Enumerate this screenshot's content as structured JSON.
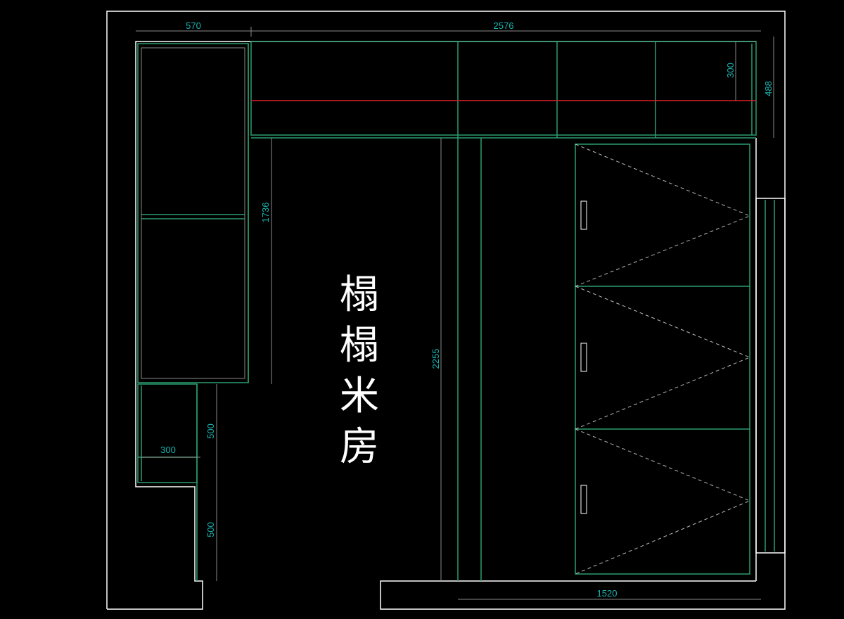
{
  "drawing": {
    "room_label_chars": [
      "榻",
      "榻",
      "米",
      "房"
    ],
    "dimensions": {
      "top_left_width": "570",
      "top_cabinet_width": "2576",
      "top_cabinet_height": "300",
      "top_cabinet_total_height": "488",
      "left_cabinet_height": "1736",
      "wardrobe_height": "2255",
      "small_cabinet_depth": "300",
      "small_cabinet_height_a": "500",
      "small_cabinet_height_b": "500",
      "bottom_width": "1520"
    },
    "colors": {
      "background": "#000000",
      "wall": "#ffffff",
      "cabinet": "#2a9d6f",
      "dimension": "#19b5b0",
      "accent_line": "#e0202a",
      "dashed": "#bdbdbd"
    }
  }
}
